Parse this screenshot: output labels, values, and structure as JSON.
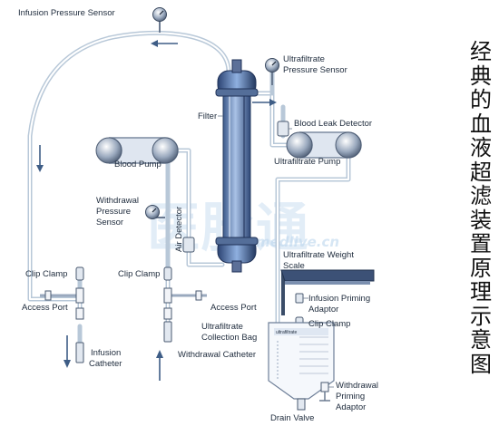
{
  "title_vertical": [
    "经",
    "典",
    "的",
    "血",
    "液",
    "超",
    "滤",
    "装",
    "置",
    "原",
    "理",
    "示",
    "意",
    "图"
  ],
  "watermark": {
    "brand": "医脉通",
    "site": "medlive.cn"
  },
  "labels": {
    "infusion_pressure_sensor": "Infusion Pressure Sensor",
    "ultrafiltrate_pressure_sensor_1": "Ultrafiltrate",
    "ultrafiltrate_pressure_sensor_2": "Pressure Sensor",
    "filter": "Filter",
    "blood_leak_detector": "Blood Leak Detector",
    "blood_pump": "Blood Pump",
    "ultrafiltrate_pump": "Ultrafiltrate Pump",
    "withdrawal_pressure_sensor_1": "Withdrawal",
    "withdrawal_pressure_sensor_2": "Pressure",
    "withdrawal_pressure_sensor_3": "Sensor",
    "air_detector": "Air Detector",
    "ultrafiltrate_weight_scale_1": "Ultrafiltrate Weight",
    "ultrafiltrate_weight_scale_2": "Scale",
    "clip_clamp_left": "Clip Clamp",
    "clip_clamp_mid": "Clip Clamp",
    "clip_clamp_bag": "Clip Clamp",
    "access_port_left": "Access Port",
    "access_port_mid": "Access Port",
    "infusion_priming_adaptor_1": "Infusion Priming",
    "infusion_priming_adaptor_2": "Adaptor",
    "ultrafiltrate_collection_bag_1": "Ultrafiltrate",
    "ultrafiltrate_collection_bag_2": "Collection Bag",
    "withdrawal_catheter": "Withdrawal Catheter",
    "infusion_catheter_1": "Infusion",
    "infusion_catheter_2": "Catheter",
    "withdrawal_priming_adaptor_1": "Withdrawal",
    "withdrawal_priming_adaptor_2": "Priming",
    "withdrawal_priming_adaptor_3": "Adaptor",
    "drain_valve": "Drain Valve",
    "bag_brand": "ultrafiltrate"
  },
  "colors": {
    "tube": "#b8c8d8",
    "arrow": "#3e5d86",
    "device": "#4a5a70",
    "text": "#1e2b3c"
  }
}
